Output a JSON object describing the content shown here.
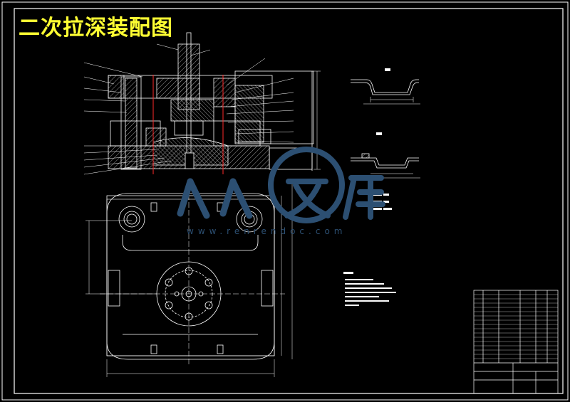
{
  "title": "二次拉深装配图",
  "watermark": {
    "brand": "人人文库",
    "url": "www.renrendoc.com"
  },
  "colors": {
    "background": "#000000",
    "line": "#ffffff",
    "title": "#ffff33",
    "hatch": "#aaaaaa",
    "center_line": "#ff2a2a",
    "watermark": "#2c4f72"
  }
}
